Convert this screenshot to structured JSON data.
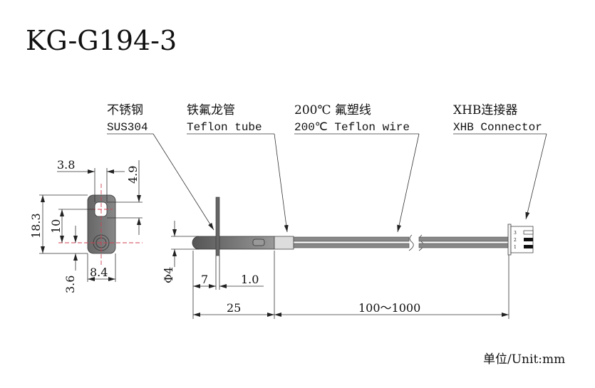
{
  "title": "KG-G194-3",
  "callouts": [
    {
      "cn": "不锈钢",
      "en": "SUS304"
    },
    {
      "cn": "铁氟龙管",
      "en": "Teflon tube"
    },
    {
      "cn": "200℃ 氟塑线",
      "en": "200℃ Teflon wire"
    },
    {
      "cn": "XHB连接器",
      "en": "XHB Connector"
    }
  ],
  "plate_dims": {
    "top_width": "3.8",
    "hole_height": "4.9",
    "total_height": "18.3",
    "hole_spacing": "10",
    "bottom_offset": "3.6",
    "width": "8.4"
  },
  "probe_dims": {
    "diameter": "Φ4",
    "flange_pos": "7",
    "flange_thickness": "1.0",
    "probe_length": "25",
    "cable_length": "100～1000"
  },
  "connector_pins": [
    "3",
    "2",
    "1"
  ],
  "unit": "单位/Unit:mm"
}
